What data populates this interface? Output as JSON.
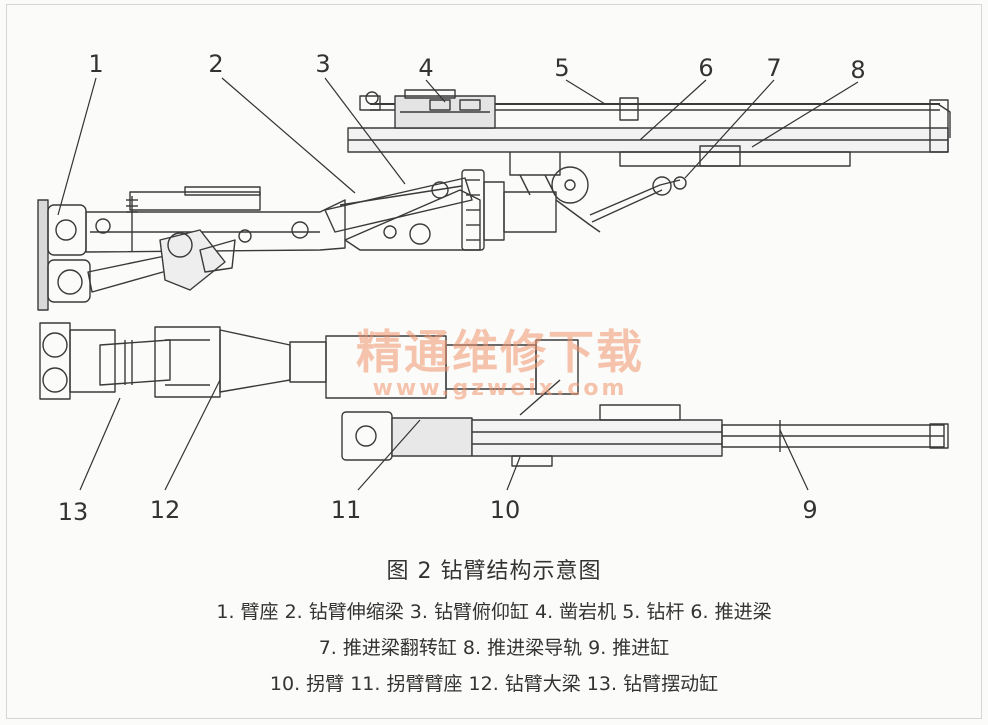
{
  "figure": {
    "labels": [
      "1",
      "2",
      "3",
      "4",
      "5",
      "6",
      "7",
      "8",
      "9",
      "10",
      "11",
      "12",
      "13"
    ],
    "caption_title": "图 2   钻臂结构示意图",
    "legend_lines": [
      "1. 臂座  2. 钻臂伸缩梁  3. 钻臂俯仰缸  4. 凿岩机  5. 钻杆  6. 推进梁",
      "7. 推进梁翻转缸  8. 推进梁导轨  9. 推进缸",
      "10. 拐臂  11. 拐臂臂座  12. 钻臂大梁  13. 钻臂摆动缸"
    ]
  },
  "watermark": {
    "text": "精通维修下载",
    "url": "www.gzweix.com"
  },
  "colors": {
    "ink": "#333333",
    "watermark": "#f0966e"
  }
}
